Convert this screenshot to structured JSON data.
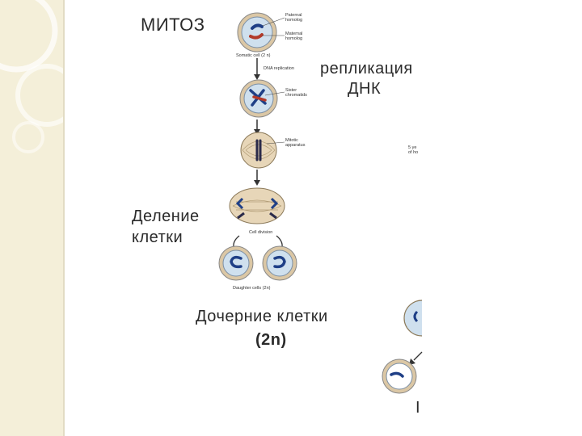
{
  "slide": {
    "title": "МИТОЗ",
    "label_replication": [
      "репликация",
      "ДНК"
    ],
    "label_division": [
      "Деление",
      "клетки"
    ],
    "label_daughters": [
      "Дочерние клетки",
      "(2n)"
    ],
    "label_side": "5 ye\nof ho",
    "label_bottom": "I"
  },
  "diagram": {
    "paternal_homolog": [
      "Paternal",
      "homolog"
    ],
    "maternal_homolog": [
      "Maternal",
      "homolog"
    ],
    "somatic_cell": "Somatic cell (2 n)",
    "dna_replication": "DNA replication",
    "sister_chromatids": [
      "Sister",
      "chromatids"
    ],
    "mitotic_apparatus": [
      "Mitotic",
      "apparatus"
    ],
    "cell_division": "Cell division",
    "daughter_cells": "Daughter cells (2n)"
  },
  "colors": {
    "sidebar_bg": "#f4efd9",
    "cell_fill": "#cfe0ee",
    "cell_outer": "#d9c7a6",
    "chromosome_blue": "#1f3f86",
    "chromosome_red": "#b23a2a",
    "text": "#2b2b2b"
  }
}
